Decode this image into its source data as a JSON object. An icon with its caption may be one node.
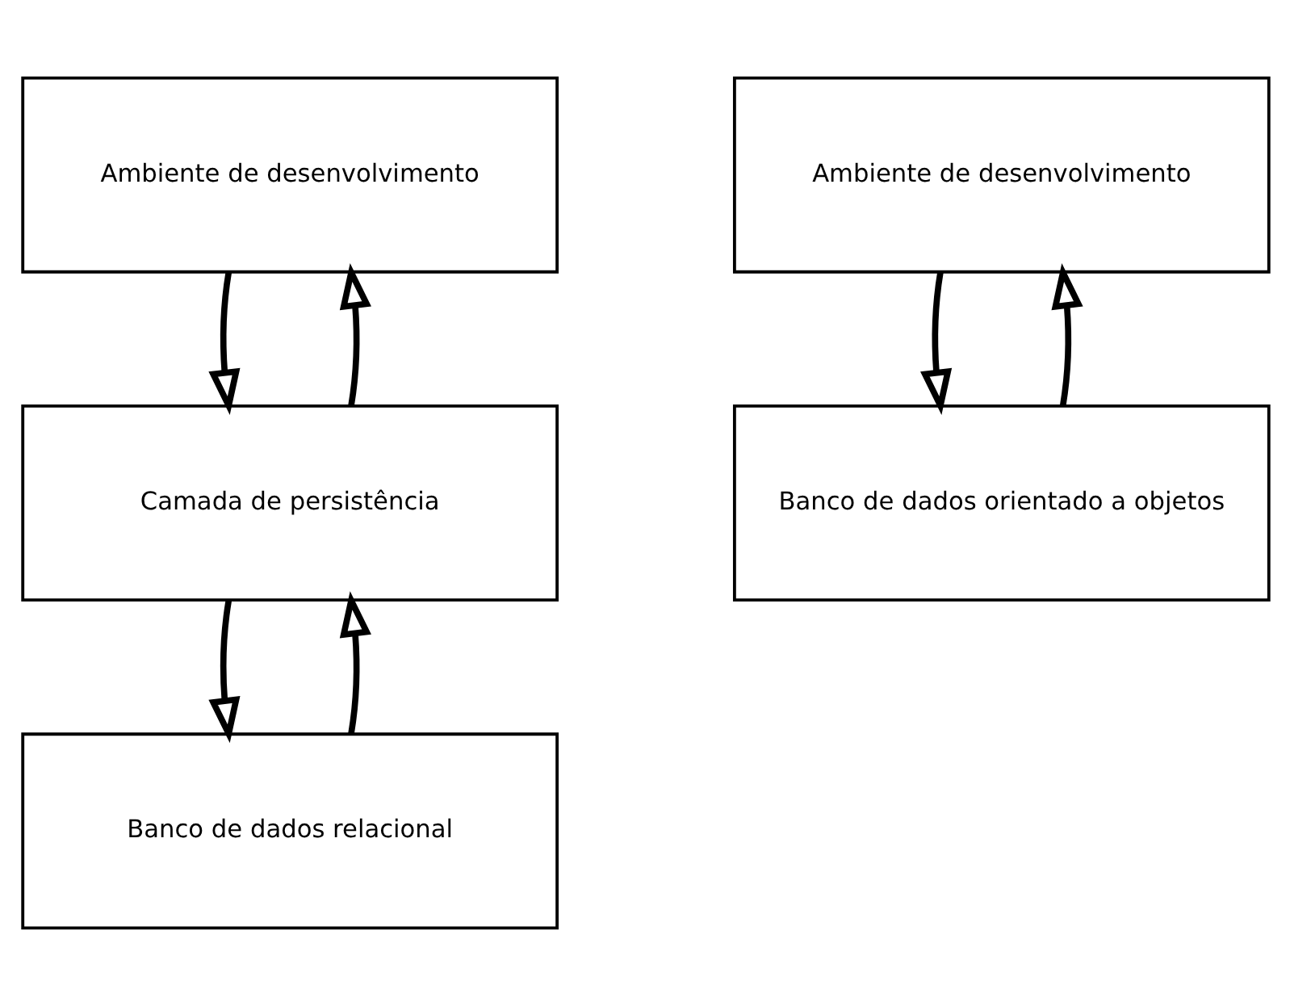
{
  "diagram": {
    "nodes": [
      {
        "text": [
          "Ambiente de desenvolvimento"
        ]
      },
      {
        "text": [
          "Camada de persistência"
        ]
      },
      {
        "text": [
          "Banco de dados relacional"
        ]
      },
      {
        "text": [
          "Ambiente de desenvolvimento"
        ]
      },
      {
        "text": [
          "Banco de dados orientado a objetos"
        ]
      }
    ],
    "edges": [
      {
        "from": 1,
        "to": 0,
        "arrow": "to"
      },
      {
        "from": 0,
        "to": 1,
        "arrow": "to"
      },
      {
        "from": 2,
        "to": 1,
        "arrow": "to"
      },
      {
        "from": 1,
        "to": 2,
        "arrow": "to"
      },
      {
        "from": 4,
        "to": 3,
        "arrow": "to"
      },
      {
        "from": 3,
        "to": 4,
        "arrow": "to"
      }
    ]
  }
}
